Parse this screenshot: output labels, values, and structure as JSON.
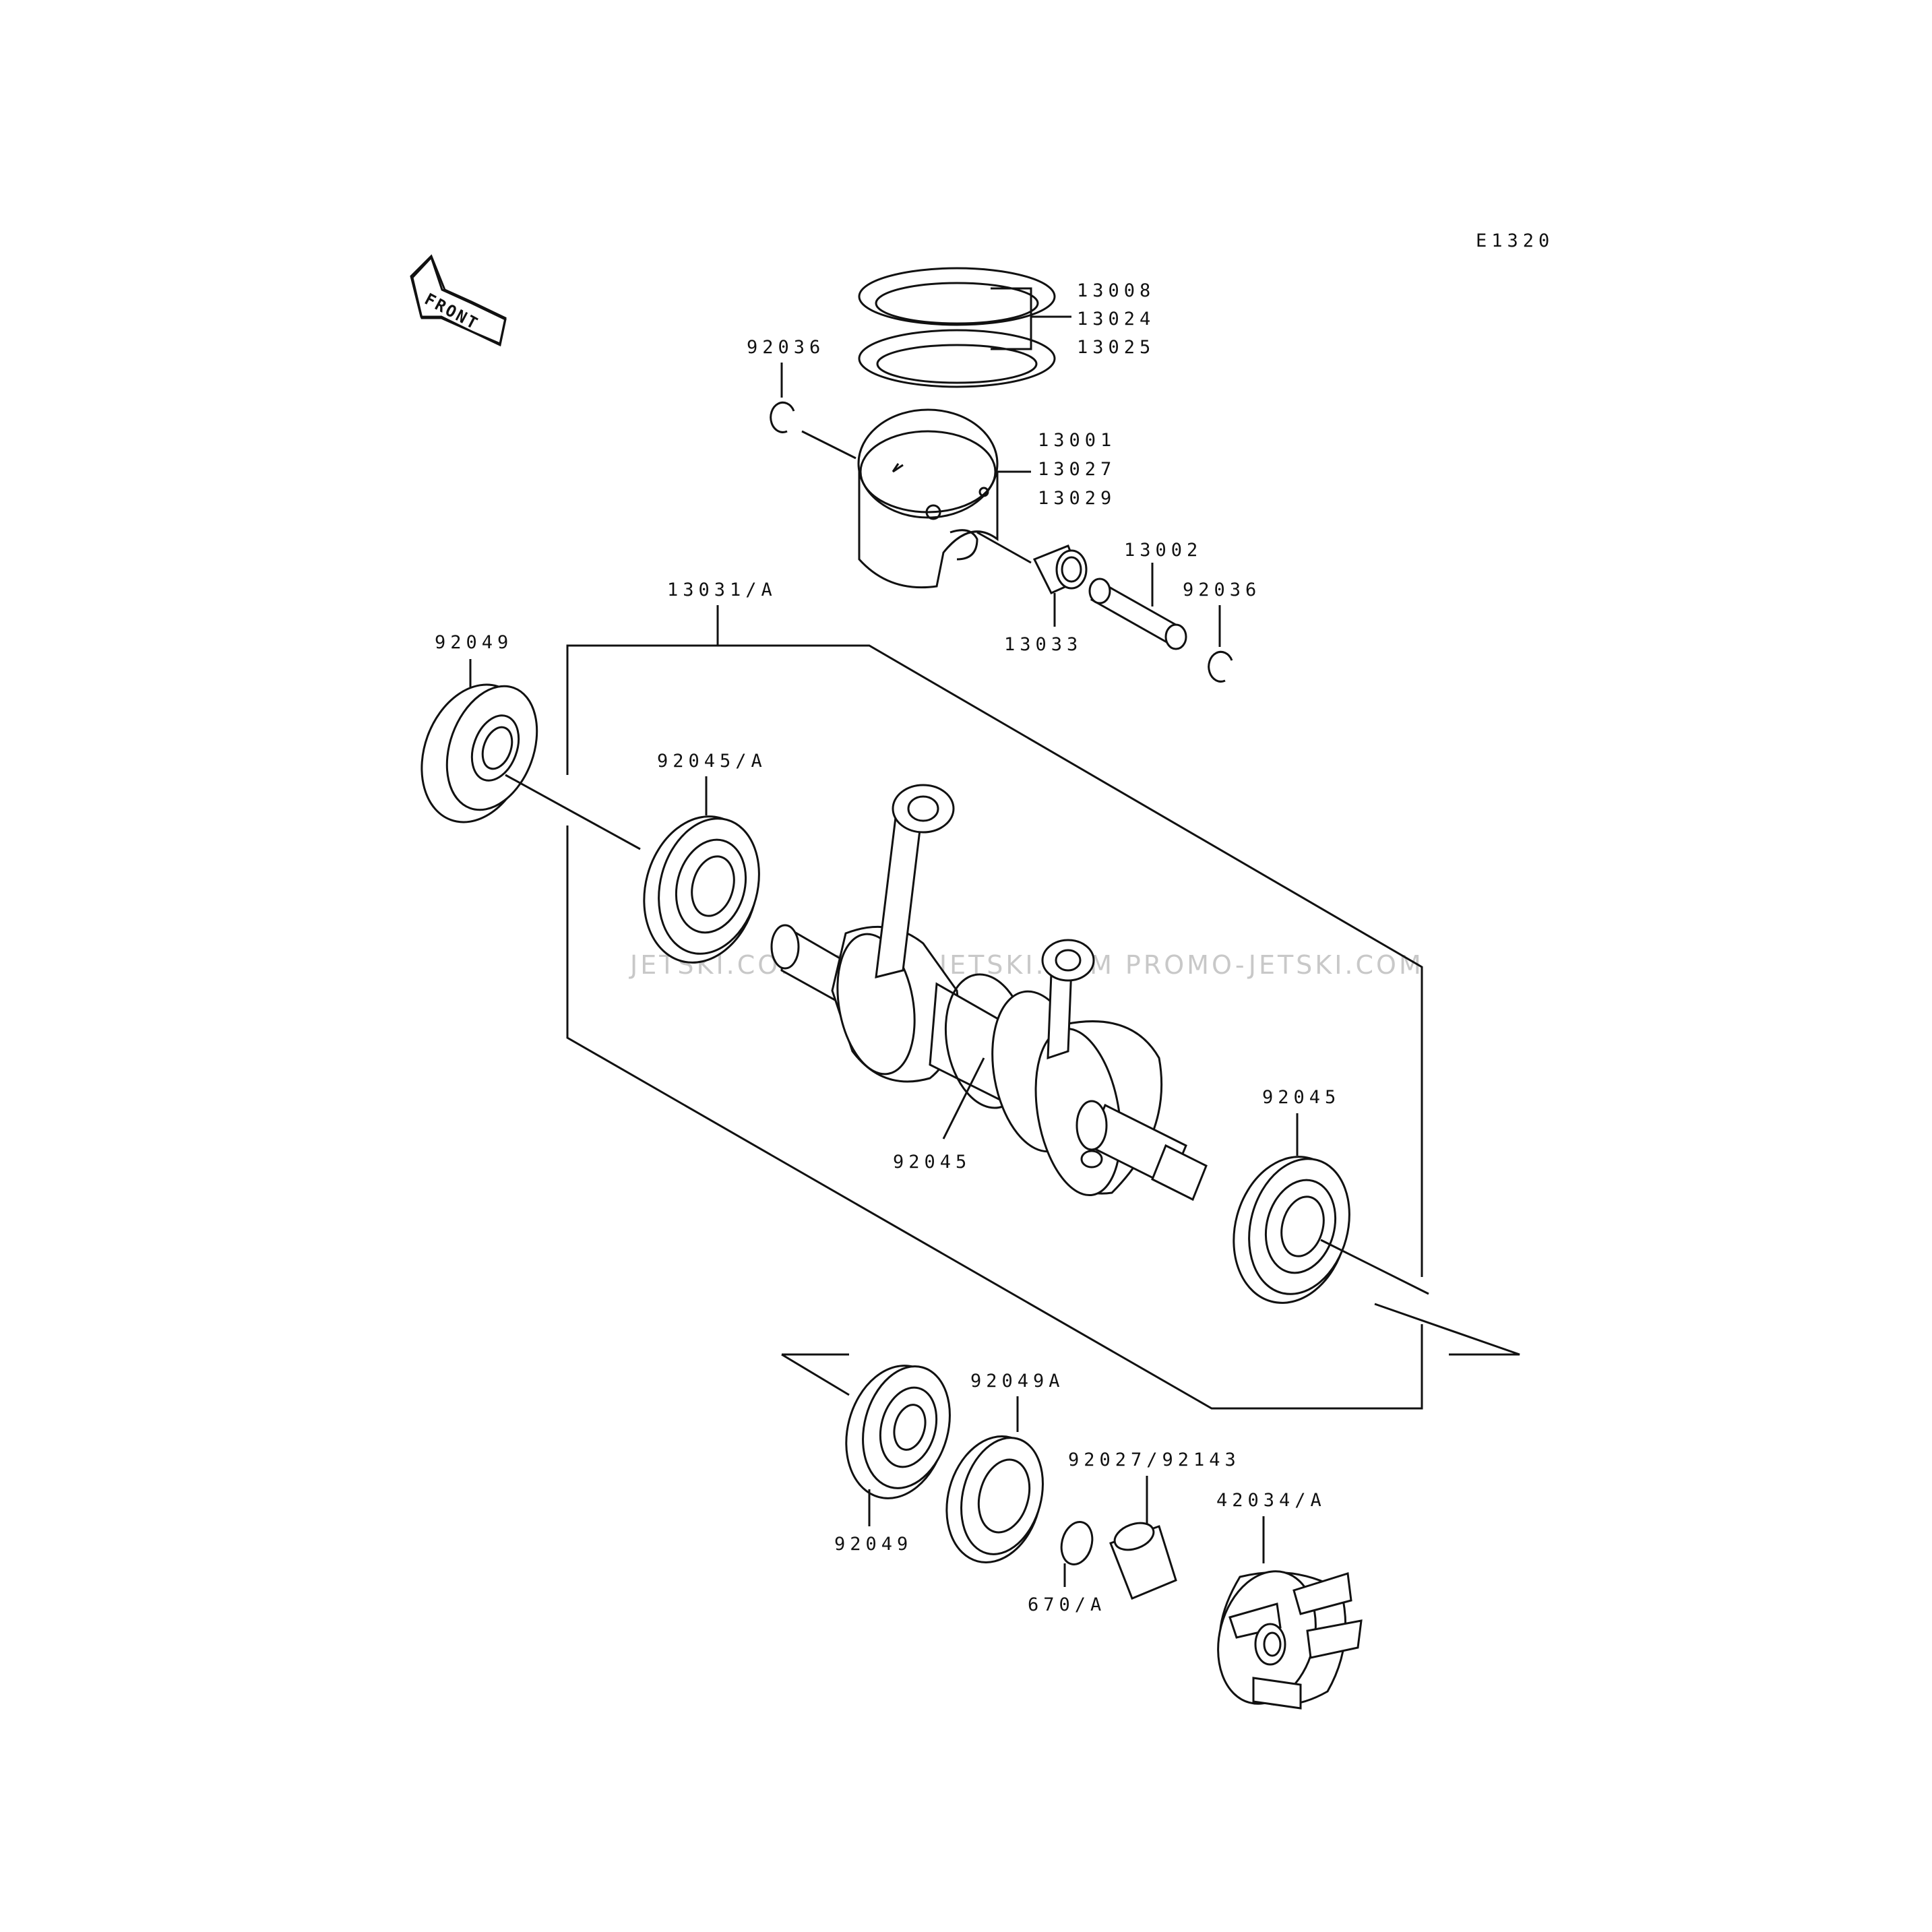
{
  "diagram_code": "E1320",
  "front_label": "FRONT",
  "watermark": "JETSKI.COM   PROMO-JETSKI.COM   PROMO-JETSKI.COM",
  "labels": {
    "rings_a": "13008",
    "rings_b": "13024",
    "rings_c": "13025",
    "clip_top": "92036",
    "piston_a": "13001",
    "piston_b": "13027",
    "piston_c": "13029",
    "pin": "13002",
    "clip_right": "92036",
    "needle_bearing": "13033",
    "crank_assy": "13031/A",
    "seal_left": "92049",
    "bearing_left": "92045/A",
    "bearing_right": "92045",
    "crank_bearing": "92045",
    "seal_bottom": "92049",
    "seal_bottom_a": "92049A",
    "collar": "92027/92143",
    "o_ring": "670/A",
    "impeller": "42034/A"
  }
}
